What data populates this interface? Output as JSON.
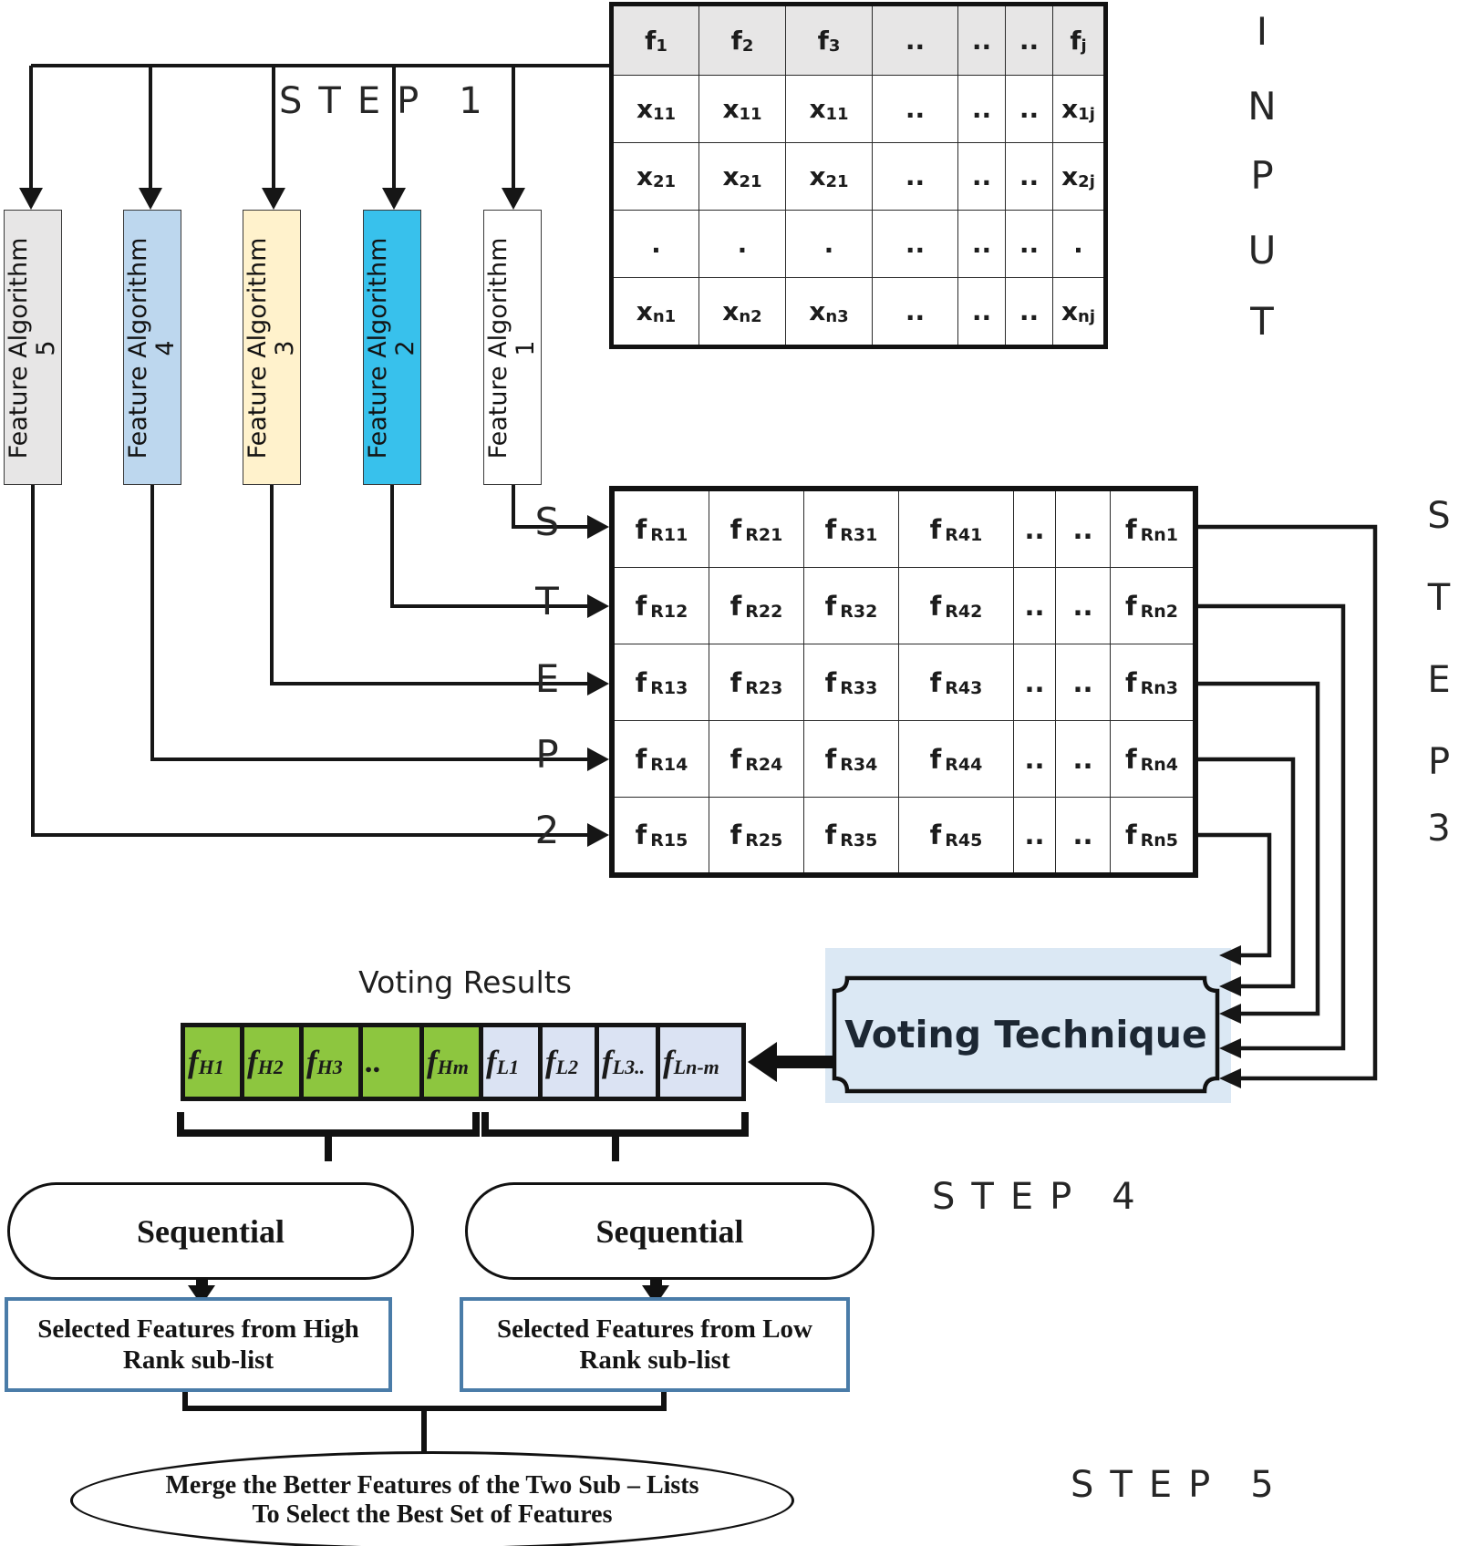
{
  "steps": {
    "step1": {
      "label": "STEP",
      "number": "1"
    },
    "step2_letters": [
      "S",
      "T",
      "E",
      "P",
      "2"
    ],
    "step3_letters": [
      "S",
      "T",
      "E",
      "P",
      "3"
    ],
    "step4": {
      "label": "STEP",
      "number": "4"
    },
    "step5": {
      "label": "STEP",
      "number": "5"
    },
    "input_label_letters": [
      "I",
      "N",
      "P",
      "U",
      "T"
    ]
  },
  "feature_algorithms": {
    "label": "Feature Algorithm",
    "boxes": [
      {
        "number": "5",
        "color": "#e7e6e6"
      },
      {
        "number": "4",
        "color": "#bdd7ee"
      },
      {
        "number": "3",
        "color": "#fff2cc"
      },
      {
        "number": "2",
        "color": "#38c1ec"
      },
      {
        "number": "1",
        "color": "#ffffff"
      }
    ]
  },
  "input_table": {
    "header": [
      {
        "t": "f",
        "s": "1"
      },
      {
        "t": "f",
        "s": "2"
      },
      {
        "t": "f",
        "s": "3"
      },
      {
        "t": "..",
        "s": ""
      },
      {
        "t": "..",
        "s": ""
      },
      {
        "t": "..",
        "s": ""
      },
      {
        "t": "f",
        "s": "j"
      }
    ],
    "rows": [
      [
        {
          "t": "x",
          "s": "11"
        },
        {
          "t": "x",
          "s": "11"
        },
        {
          "t": "x",
          "s": "11"
        },
        {
          "t": "..",
          "s": ""
        },
        {
          "t": "..",
          "s": ""
        },
        {
          "t": "..",
          "s": ""
        },
        {
          "t": "x",
          "s": "1j"
        }
      ],
      [
        {
          "t": "x",
          "s": "21"
        },
        {
          "t": "x",
          "s": "21"
        },
        {
          "t": "x",
          "s": "21"
        },
        {
          "t": "..",
          "s": ""
        },
        {
          "t": "..",
          "s": ""
        },
        {
          "t": "..",
          "s": ""
        },
        {
          "t": "x",
          "s": "2j"
        }
      ],
      [
        {
          "t": ".",
          "s": ""
        },
        {
          "t": ".",
          "s": ""
        },
        {
          "t": ".",
          "s": ""
        },
        {
          "t": "..",
          "s": ""
        },
        {
          "t": "..",
          "s": ""
        },
        {
          "t": "..",
          "s": ""
        },
        {
          "t": ".",
          "s": ""
        }
      ],
      [
        {
          "t": "x",
          "s": "n1"
        },
        {
          "t": "x",
          "s": "n2"
        },
        {
          "t": "x",
          "s": "n3"
        },
        {
          "t": "..",
          "s": ""
        },
        {
          "t": "..",
          "s": ""
        },
        {
          "t": "..",
          "s": ""
        },
        {
          "t": "x",
          "s": "nj"
        }
      ]
    ]
  },
  "ranked_table": {
    "rows": [
      [
        {
          "t": "f",
          "s": "R11"
        },
        {
          "t": "f",
          "s": "R21"
        },
        {
          "t": "f",
          "s": "R31"
        },
        {
          "t": "f",
          "s": "R41"
        },
        {
          "t": "..",
          "s": ""
        },
        {
          "t": "..",
          "s": ""
        },
        {
          "t": "f",
          "s": "Rn1"
        }
      ],
      [
        {
          "t": "f",
          "s": "R12"
        },
        {
          "t": "f",
          "s": "R22"
        },
        {
          "t": "f",
          "s": "R32"
        },
        {
          "t": "f",
          "s": "R42"
        },
        {
          "t": "..",
          "s": ""
        },
        {
          "t": "..",
          "s": ""
        },
        {
          "t": "f",
          "s": "Rn2"
        }
      ],
      [
        {
          "t": "f",
          "s": "R13"
        },
        {
          "t": "f",
          "s": "R23"
        },
        {
          "t": "f",
          "s": "R33"
        },
        {
          "t": "f",
          "s": "R43"
        },
        {
          "t": "..",
          "s": ""
        },
        {
          "t": "..",
          "s": ""
        },
        {
          "t": "f",
          "s": "Rn3"
        }
      ],
      [
        {
          "t": "f",
          "s": "R14"
        },
        {
          "t": "f",
          "s": "R24"
        },
        {
          "t": "f",
          "s": "R34"
        },
        {
          "t": "f",
          "s": "R44"
        },
        {
          "t": "..",
          "s": ""
        },
        {
          "t": "..",
          "s": ""
        },
        {
          "t": "f",
          "s": "Rn4"
        }
      ],
      [
        {
          "t": "f",
          "s": "R15"
        },
        {
          "t": "f",
          "s": "R25"
        },
        {
          "t": "f",
          "s": "R35"
        },
        {
          "t": "f",
          "s": "R45"
        },
        {
          "t": "..",
          "s": ""
        },
        {
          "t": "..",
          "s": ""
        },
        {
          "t": "f",
          "s": "Rn5"
        }
      ]
    ]
  },
  "voting": {
    "title": "Voting Results",
    "technique_label": "Voting Technique",
    "high_color": "#8dc63f",
    "low_color": "#dbe3f3",
    "panel_color": "#dbe8f4",
    "high_cells": [
      {
        "t": "f",
        "s": "H1"
      },
      {
        "t": "f",
        "s": "H2"
      },
      {
        "t": "f",
        "s": "H3"
      },
      {
        "t": "..",
        "s": ""
      },
      {
        "t": "f",
        "s": "Hm"
      }
    ],
    "low_cells": [
      {
        "t": "f",
        "s": "L1"
      },
      {
        "t": "f",
        "s": "L2"
      },
      {
        "t": "f",
        "s": "L3.."
      },
      {
        "t": "f",
        "s": "Ln-m"
      }
    ]
  },
  "sequential": {
    "left_label": "Sequential",
    "right_label": "Sequential"
  },
  "selected_boxes": {
    "high": {
      "line1": "Selected Features from High",
      "line2": "Rank sub-list",
      "border_color": "#4a7ca8"
    },
    "low": {
      "line1": "Selected Features from Low",
      "line2": "Rank sub-list",
      "border_color": "#4a7ca8"
    }
  },
  "merge": {
    "line1": "Merge the Better Features of the Two Sub – Lists",
    "line2": "To Select the Best Set of Features"
  }
}
